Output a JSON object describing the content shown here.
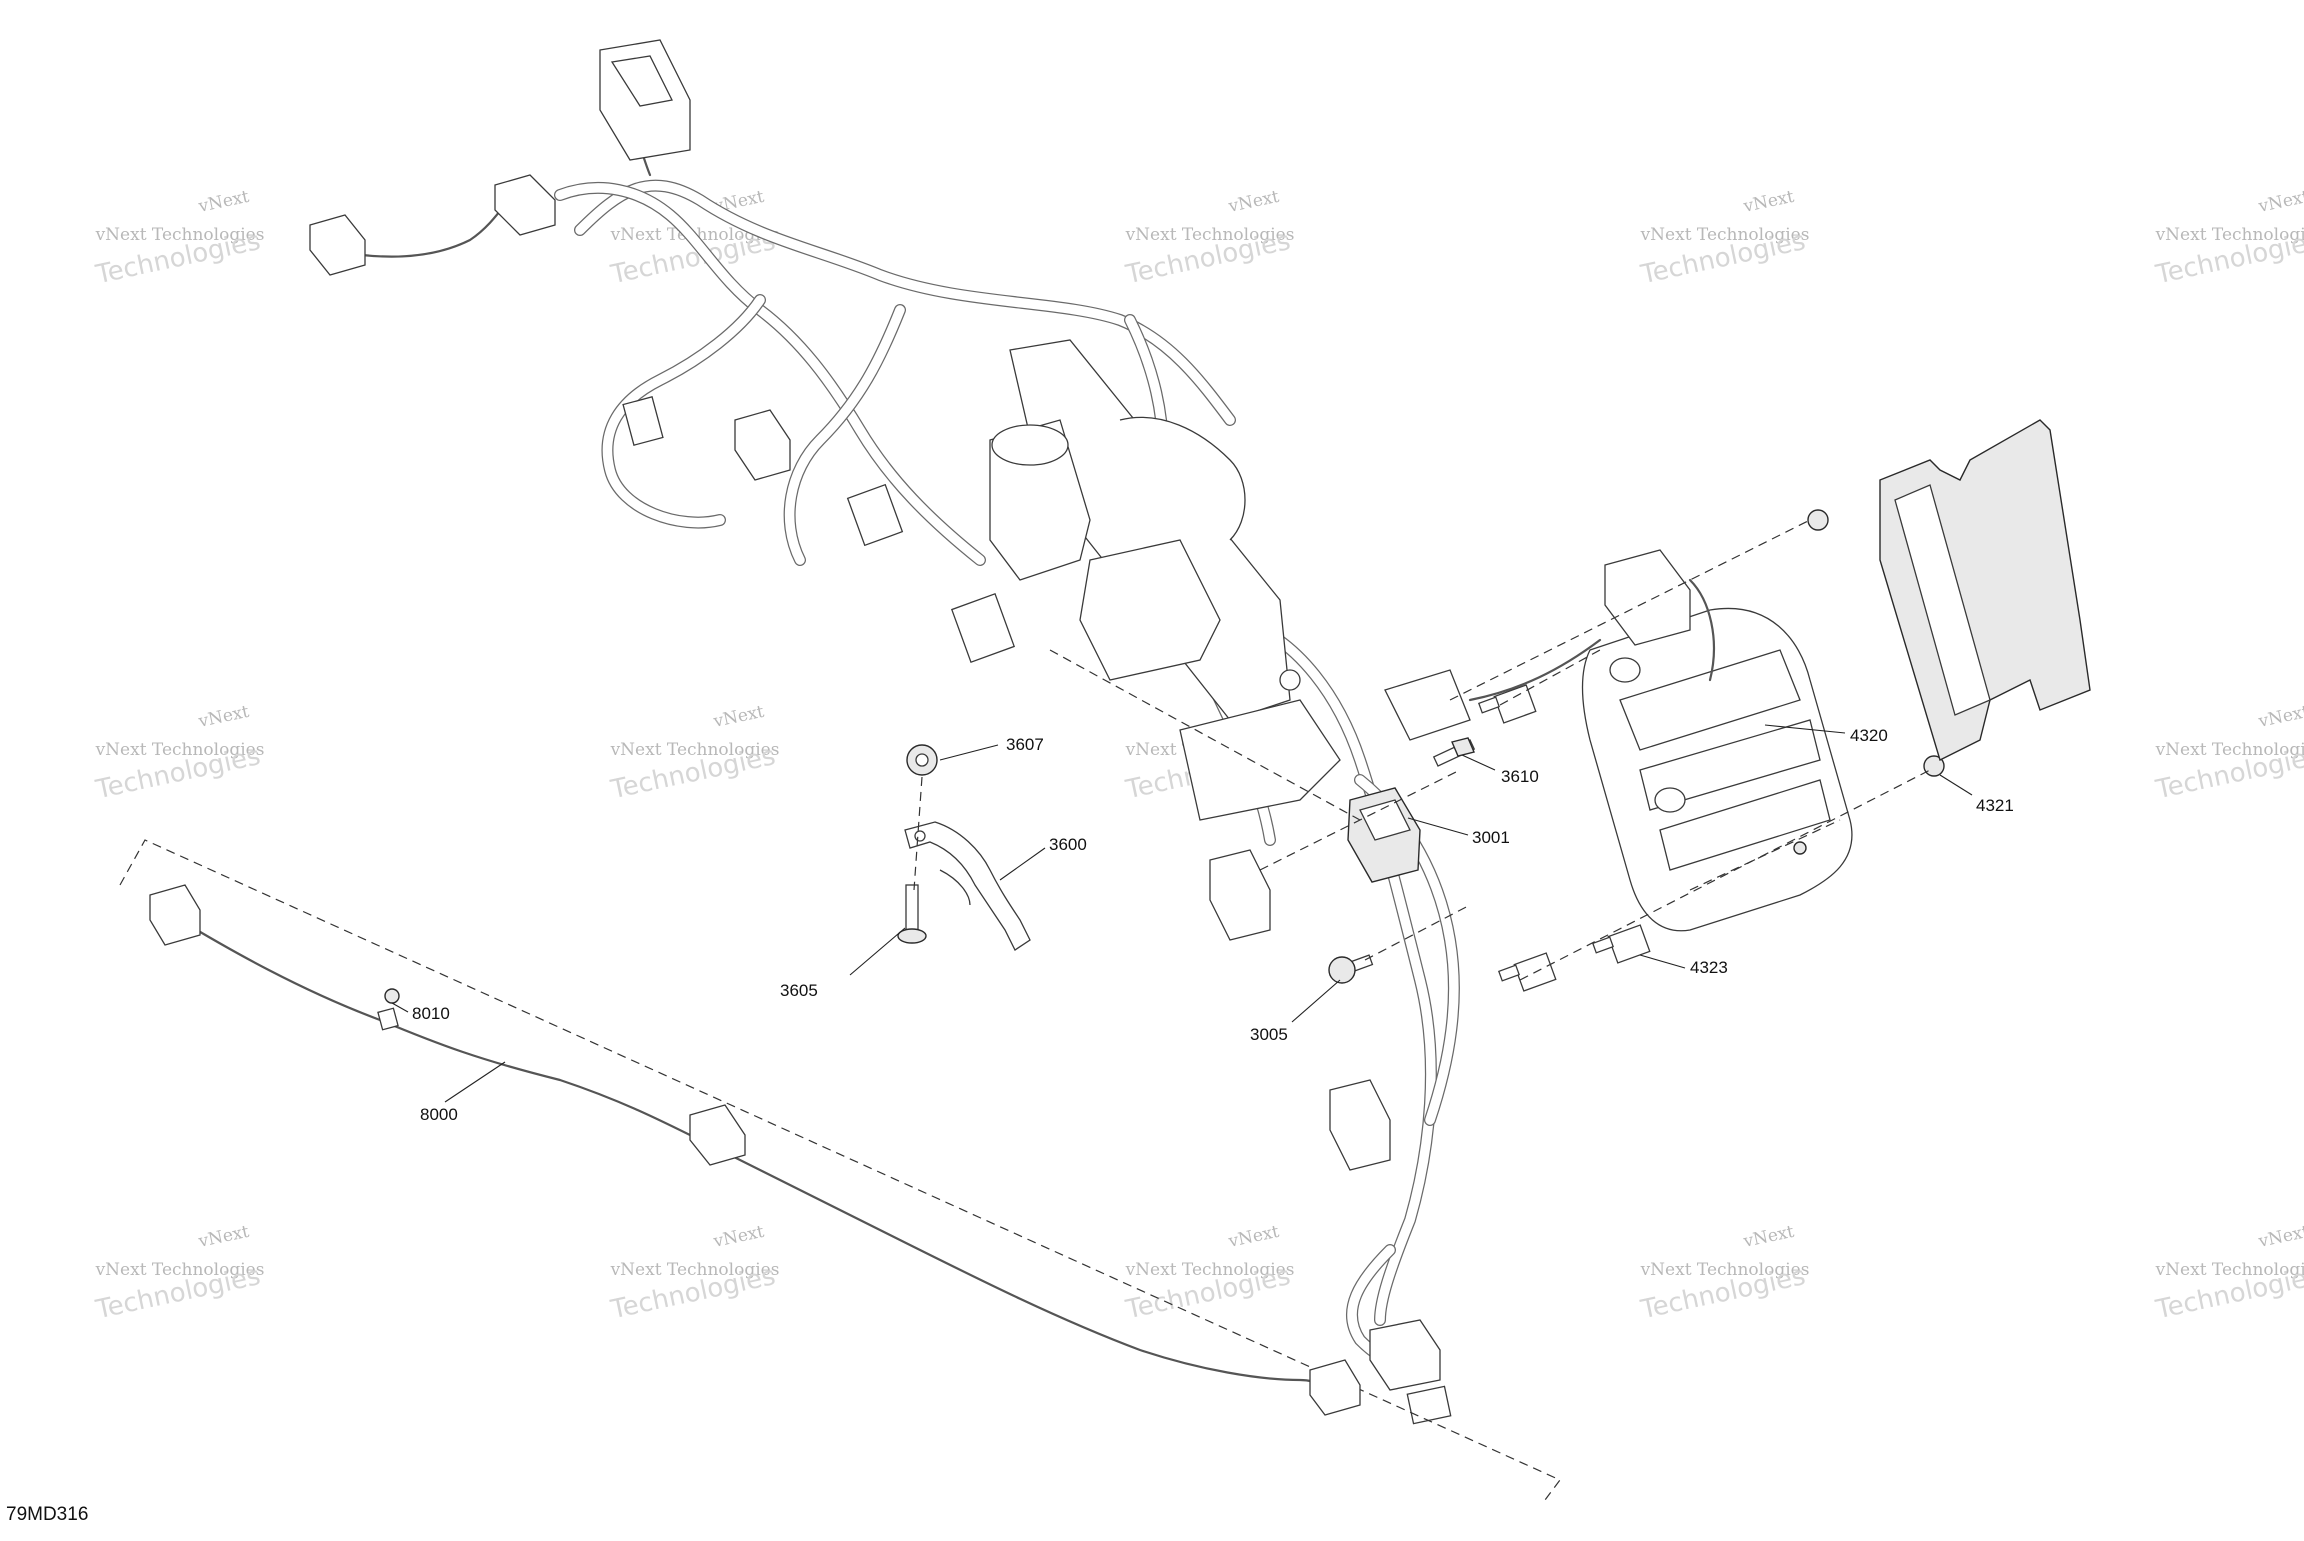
{
  "diagram": {
    "id": "79MD316",
    "watermark": {
      "line1": "vNext Technologies",
      "line2": "Technologies",
      "corner": "vNext"
    },
    "callouts": [
      {
        "ref": "3607"
      },
      {
        "ref": "3600"
      },
      {
        "ref": "3605"
      },
      {
        "ref": "3610"
      },
      {
        "ref": "3001"
      },
      {
        "ref": "3005"
      },
      {
        "ref": "4320"
      },
      {
        "ref": "4321"
      },
      {
        "ref": "4323"
      },
      {
        "ref": "8010"
      },
      {
        "ref": "8000"
      }
    ]
  }
}
